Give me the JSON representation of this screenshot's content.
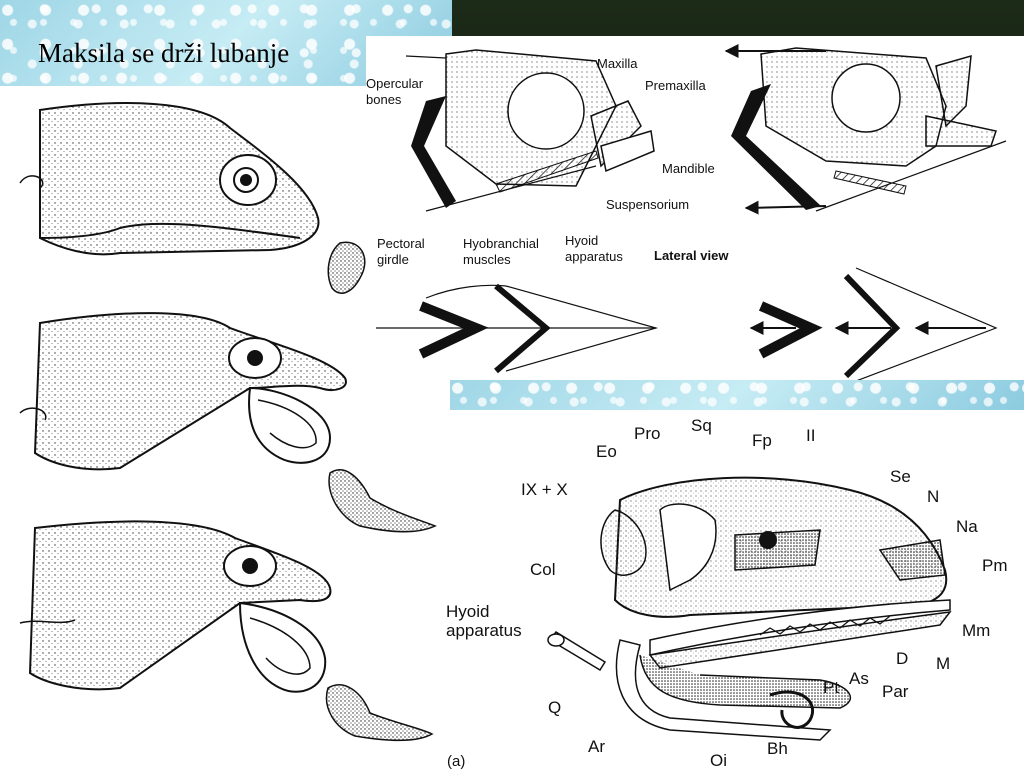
{
  "slide": {
    "title": "Maksila se drži lubanje"
  },
  "fish_panel": {
    "labels": {
      "opercular_bones": "Opercular\nbones",
      "maxilla": "Maxilla",
      "premaxilla": "Premaxilla",
      "mandible": "Mandible",
      "suspensorium": "Suspensorium",
      "pectoral_girdle": "Pectoral\ngirdle",
      "hyobranchial_muscles": "Hyobranchial\nmuscles",
      "hyoid_apparatus": "Hyoid\napparatus",
      "lateral_view": "Lateral view"
    }
  },
  "skull_panel": {
    "labels": {
      "sq": "Sq",
      "pro": "Pro",
      "eo": "Eo",
      "fp": "Fp",
      "ii": "II",
      "ix_x": "IX + X",
      "se": "Se",
      "n": "N",
      "na": "Na",
      "col": "Col",
      "pm": "Pm",
      "hyoid_apparatus": "Hyoid\napparatus",
      "mm": "Mm",
      "d": "D",
      "m": "M",
      "as": "As",
      "pt": "Pt",
      "par": "Par",
      "q": "Q",
      "ar": "Ar",
      "bh": "Bh",
      "oi": "Oi",
      "figure_marker": "(a)"
    }
  },
  "colors": {
    "background_texture": "#a9dbe9",
    "dark_photo": "#18241a",
    "ink": "#111111"
  }
}
